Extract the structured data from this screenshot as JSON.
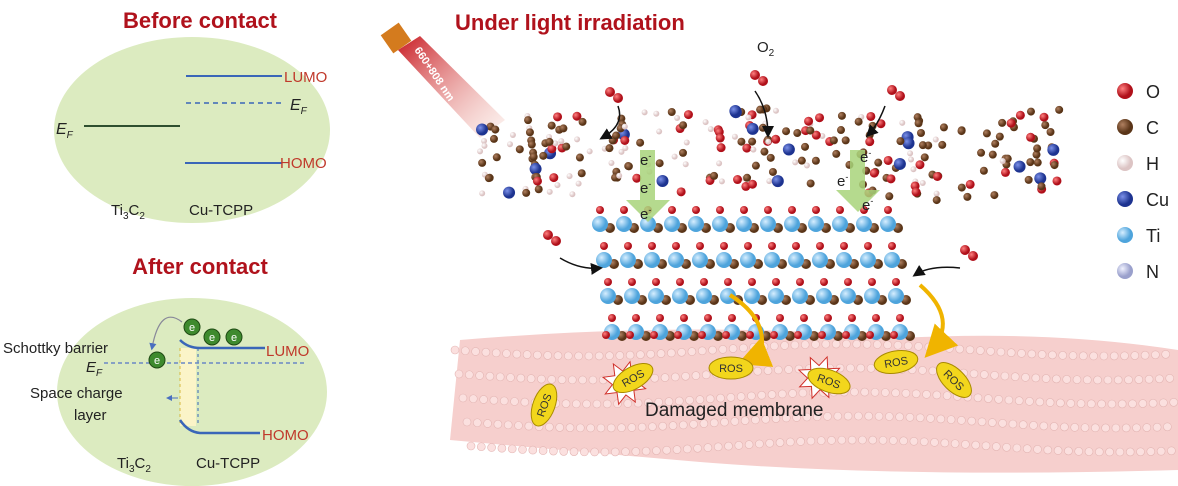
{
  "left": {
    "before": {
      "title": "Before contact",
      "lumo": "LUMO",
      "homo": "HOMO",
      "ef": "E",
      "ef_sub": "F",
      "material_left": "Ti",
      "material_left_sub1": "3",
      "material_left_c": "C",
      "material_left_sub2": "2",
      "material_right": "Cu-TCPP"
    },
    "after": {
      "title": "After contact",
      "schottky": "Schottky barrier",
      "space_charge_1": "Space charge",
      "space_charge_2": "layer",
      "lumo": "LUMO",
      "homo": "HOMO",
      "ef": "E",
      "ef_sub": "F",
      "electron": "e",
      "material_left": "Ti",
      "material_left_sub1": "3",
      "material_left_c": "C",
      "material_left_sub2": "2",
      "material_right": "Cu-TCPP"
    }
  },
  "right": {
    "title": "Under light irradiation",
    "laser_label": "660+808 nm",
    "o2_label": "O",
    "o2_sub": "2",
    "electron": "e",
    "electron_sup": "-",
    "ros": "ROS",
    "membrane_label": "Damaged membrane"
  },
  "legend": [
    {
      "label": "O",
      "color": "#c0141c"
    },
    {
      "label": "C",
      "color": "#6b4426"
    },
    {
      "label": "H",
      "color": "#f1dede"
    },
    {
      "label": "Cu",
      "color": "#2a44a8"
    },
    {
      "label": "Ti",
      "color": "#7cc3ee"
    },
    {
      "label": "N",
      "color": "#b8bde0"
    }
  ],
  "colors": {
    "title": "#b0121c",
    "ellipse": "#dcebc0",
    "band": "#3a66b8",
    "membrane": "#f6cfcd",
    "ros": "#f2d61c"
  }
}
